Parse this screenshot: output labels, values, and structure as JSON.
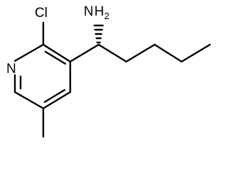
{
  "molecule": {
    "atoms": {
      "chlorine": "Cl",
      "nitrogen_ring": "N",
      "amine_n": "N",
      "amine_h": "H",
      "amine_sub": "2"
    },
    "stereo": "hashed wedge",
    "colors": {
      "ink": "#000000",
      "background": "#ffffff"
    }
  }
}
